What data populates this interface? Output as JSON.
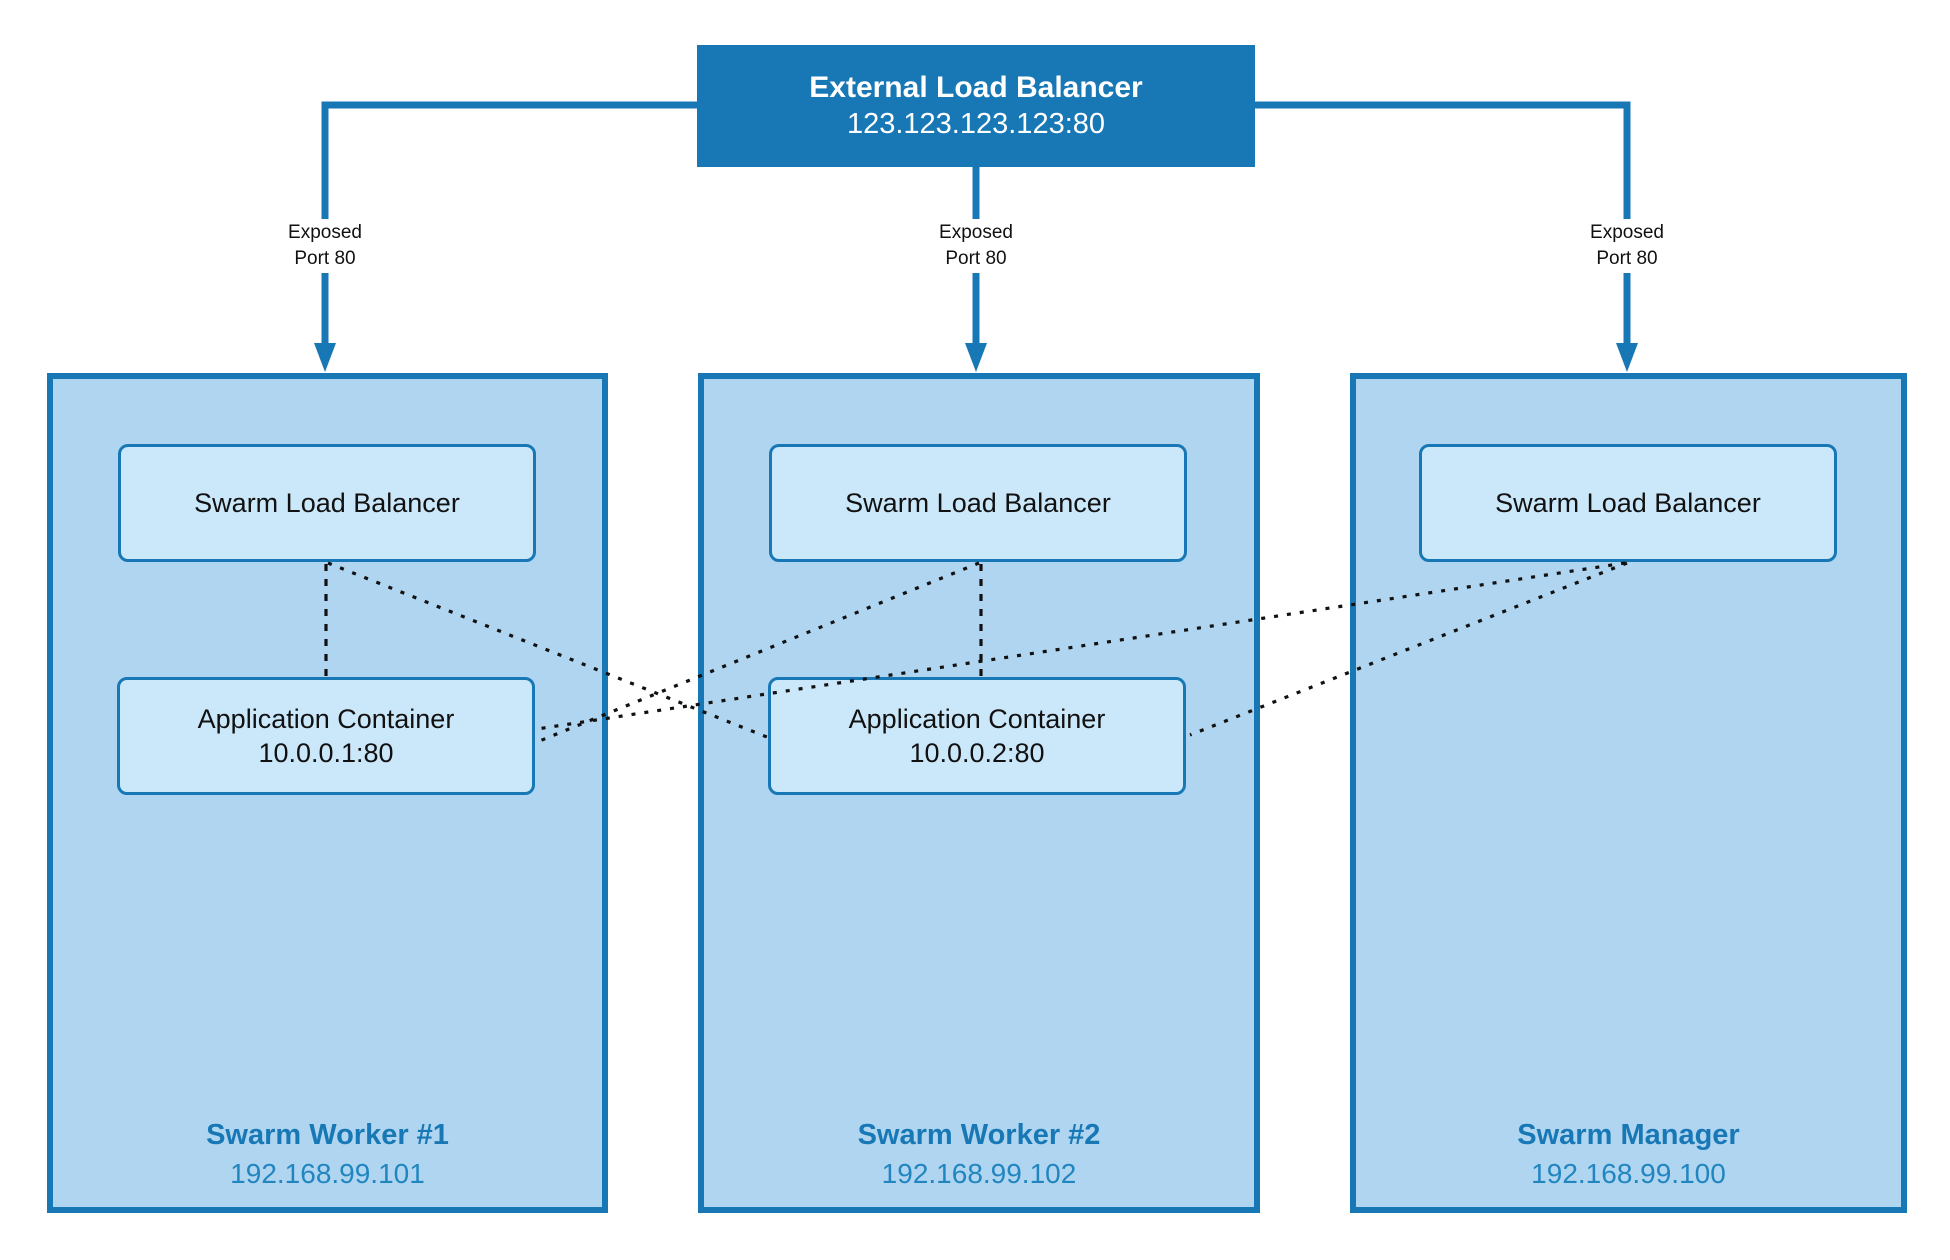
{
  "colors": {
    "accent_blue": "#1878B5",
    "node_fill": "#AFD5F0",
    "inner_box_fill": "#CBE7FA",
    "connector_black": "#111111",
    "node_title_text": "#1878B5",
    "node_ip_text": "#2186C0",
    "elb_text": "#FFFFFF"
  },
  "external_load_balancer": {
    "title": "External Load Balancer",
    "address": "123.123.123.123:80"
  },
  "exposed_label": {
    "line1": "Exposed",
    "line2": "Port 80"
  },
  "nodes": [
    {
      "load_balancer_label": "Swarm Load Balancer",
      "app_container": {
        "name": "Application Container",
        "address": "10.0.0.1:80"
      },
      "title": "Swarm Worker #1",
      "ip": "192.168.99.101"
    },
    {
      "load_balancer_label": "Swarm Load Balancer",
      "app_container": {
        "name": "Application Container",
        "address": "10.0.0.2:80"
      },
      "title": "Swarm Worker #2",
      "ip": "192.168.99.102"
    },
    {
      "load_balancer_label": "Swarm Load Balancer",
      "title": "Swarm Manager",
      "ip": "192.168.99.100"
    }
  ],
  "connections": {
    "solid_arrows": [
      "external-load-balancer -> swarm-worker-1 (Exposed Port 80)",
      "external-load-balancer -> swarm-worker-2 (Exposed Port 80)",
      "external-load-balancer -> swarm-manager (Exposed Port 80)"
    ],
    "dotted_links": [
      "swarm-load-balancer-1 -> app-container-10.0.0.1:80",
      "swarm-load-balancer-1 -> app-container-10.0.0.2:80",
      "swarm-load-balancer-2 -> app-container-10.0.0.2:80",
      "swarm-load-balancer-2 -> app-container-10.0.0.1:80",
      "swarm-load-balancer-3 -> app-container-10.0.0.1:80",
      "swarm-load-balancer-3 -> app-container-10.0.0.2:80"
    ]
  }
}
